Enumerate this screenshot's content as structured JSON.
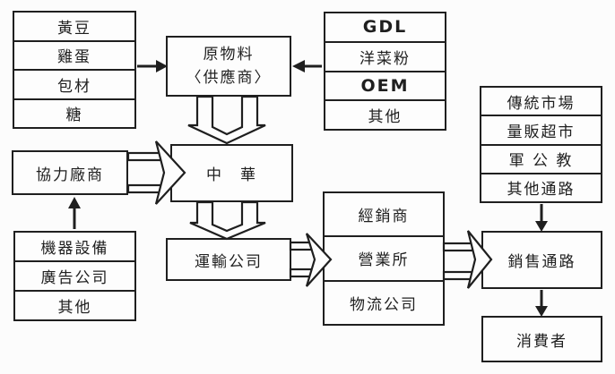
{
  "diagram": {
    "left_inputs": {
      "items": [
        "黃豆",
        "雞蛋",
        "包材",
        "糖"
      ]
    },
    "right_inputs": {
      "items": [
        "GDL",
        "洋菜粉",
        "OEM",
        "其他"
      ]
    },
    "raw_material": {
      "line1": "原物料",
      "line2": "〈供應商〉"
    },
    "partners": {
      "label": "協力廠商"
    },
    "partner_inputs": {
      "items": [
        "機器設備",
        "廣告公司",
        "其他"
      ]
    },
    "company": {
      "label": "中　華"
    },
    "transport": {
      "label": "運輸公司"
    },
    "distribution": {
      "items": [
        "經銷商",
        "營業所",
        "物流公司"
      ]
    },
    "channel_types": {
      "items": [
        "傳統市場",
        "量販超市",
        "軍 公 教",
        "其他通路"
      ]
    },
    "sales_channel": {
      "label": "銷售通路"
    },
    "consumer": {
      "label": "消費者"
    },
    "colors": {
      "ink": "#1f1f1f",
      "paper": "#fcfcfc"
    }
  }
}
